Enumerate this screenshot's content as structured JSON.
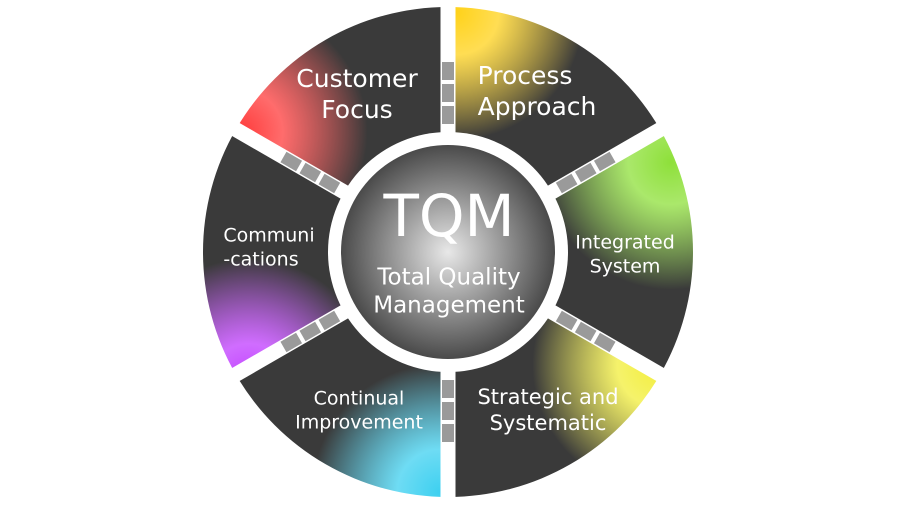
{
  "hub": {
    "title": "TQM",
    "subtitle_line1": "Total Quality",
    "subtitle_line2": "Management"
  },
  "segments": [
    {
      "id": "customer-focus",
      "line1": "Customer",
      "line2": "Focus",
      "glow": "#ff3b3b"
    },
    {
      "id": "process-approach",
      "line1": "Process",
      "line2": "Approach",
      "glow": "#ffd21a"
    },
    {
      "id": "integrated-system",
      "line1": "Integrated",
      "line2": "System",
      "glow": "#8ee03a"
    },
    {
      "id": "strategic-and-systematic",
      "line1": "Strategic and",
      "line2": "Systematic",
      "glow": "#f2ee3a"
    },
    {
      "id": "continual-improvement",
      "line1": "Continual",
      "line2": "Improvement",
      "glow": "#3ed0f0"
    },
    {
      "id": "communications",
      "line1": "Communi",
      "line2": "-cations",
      "glow": "#c03cff"
    }
  ],
  "colors": {
    "segment_base": "#3a3a3a",
    "gap": "#ffffff",
    "connector": "#9a9a9a",
    "hub_center": "#e8e8e8",
    "hub_edge": "#4a4a4a"
  }
}
